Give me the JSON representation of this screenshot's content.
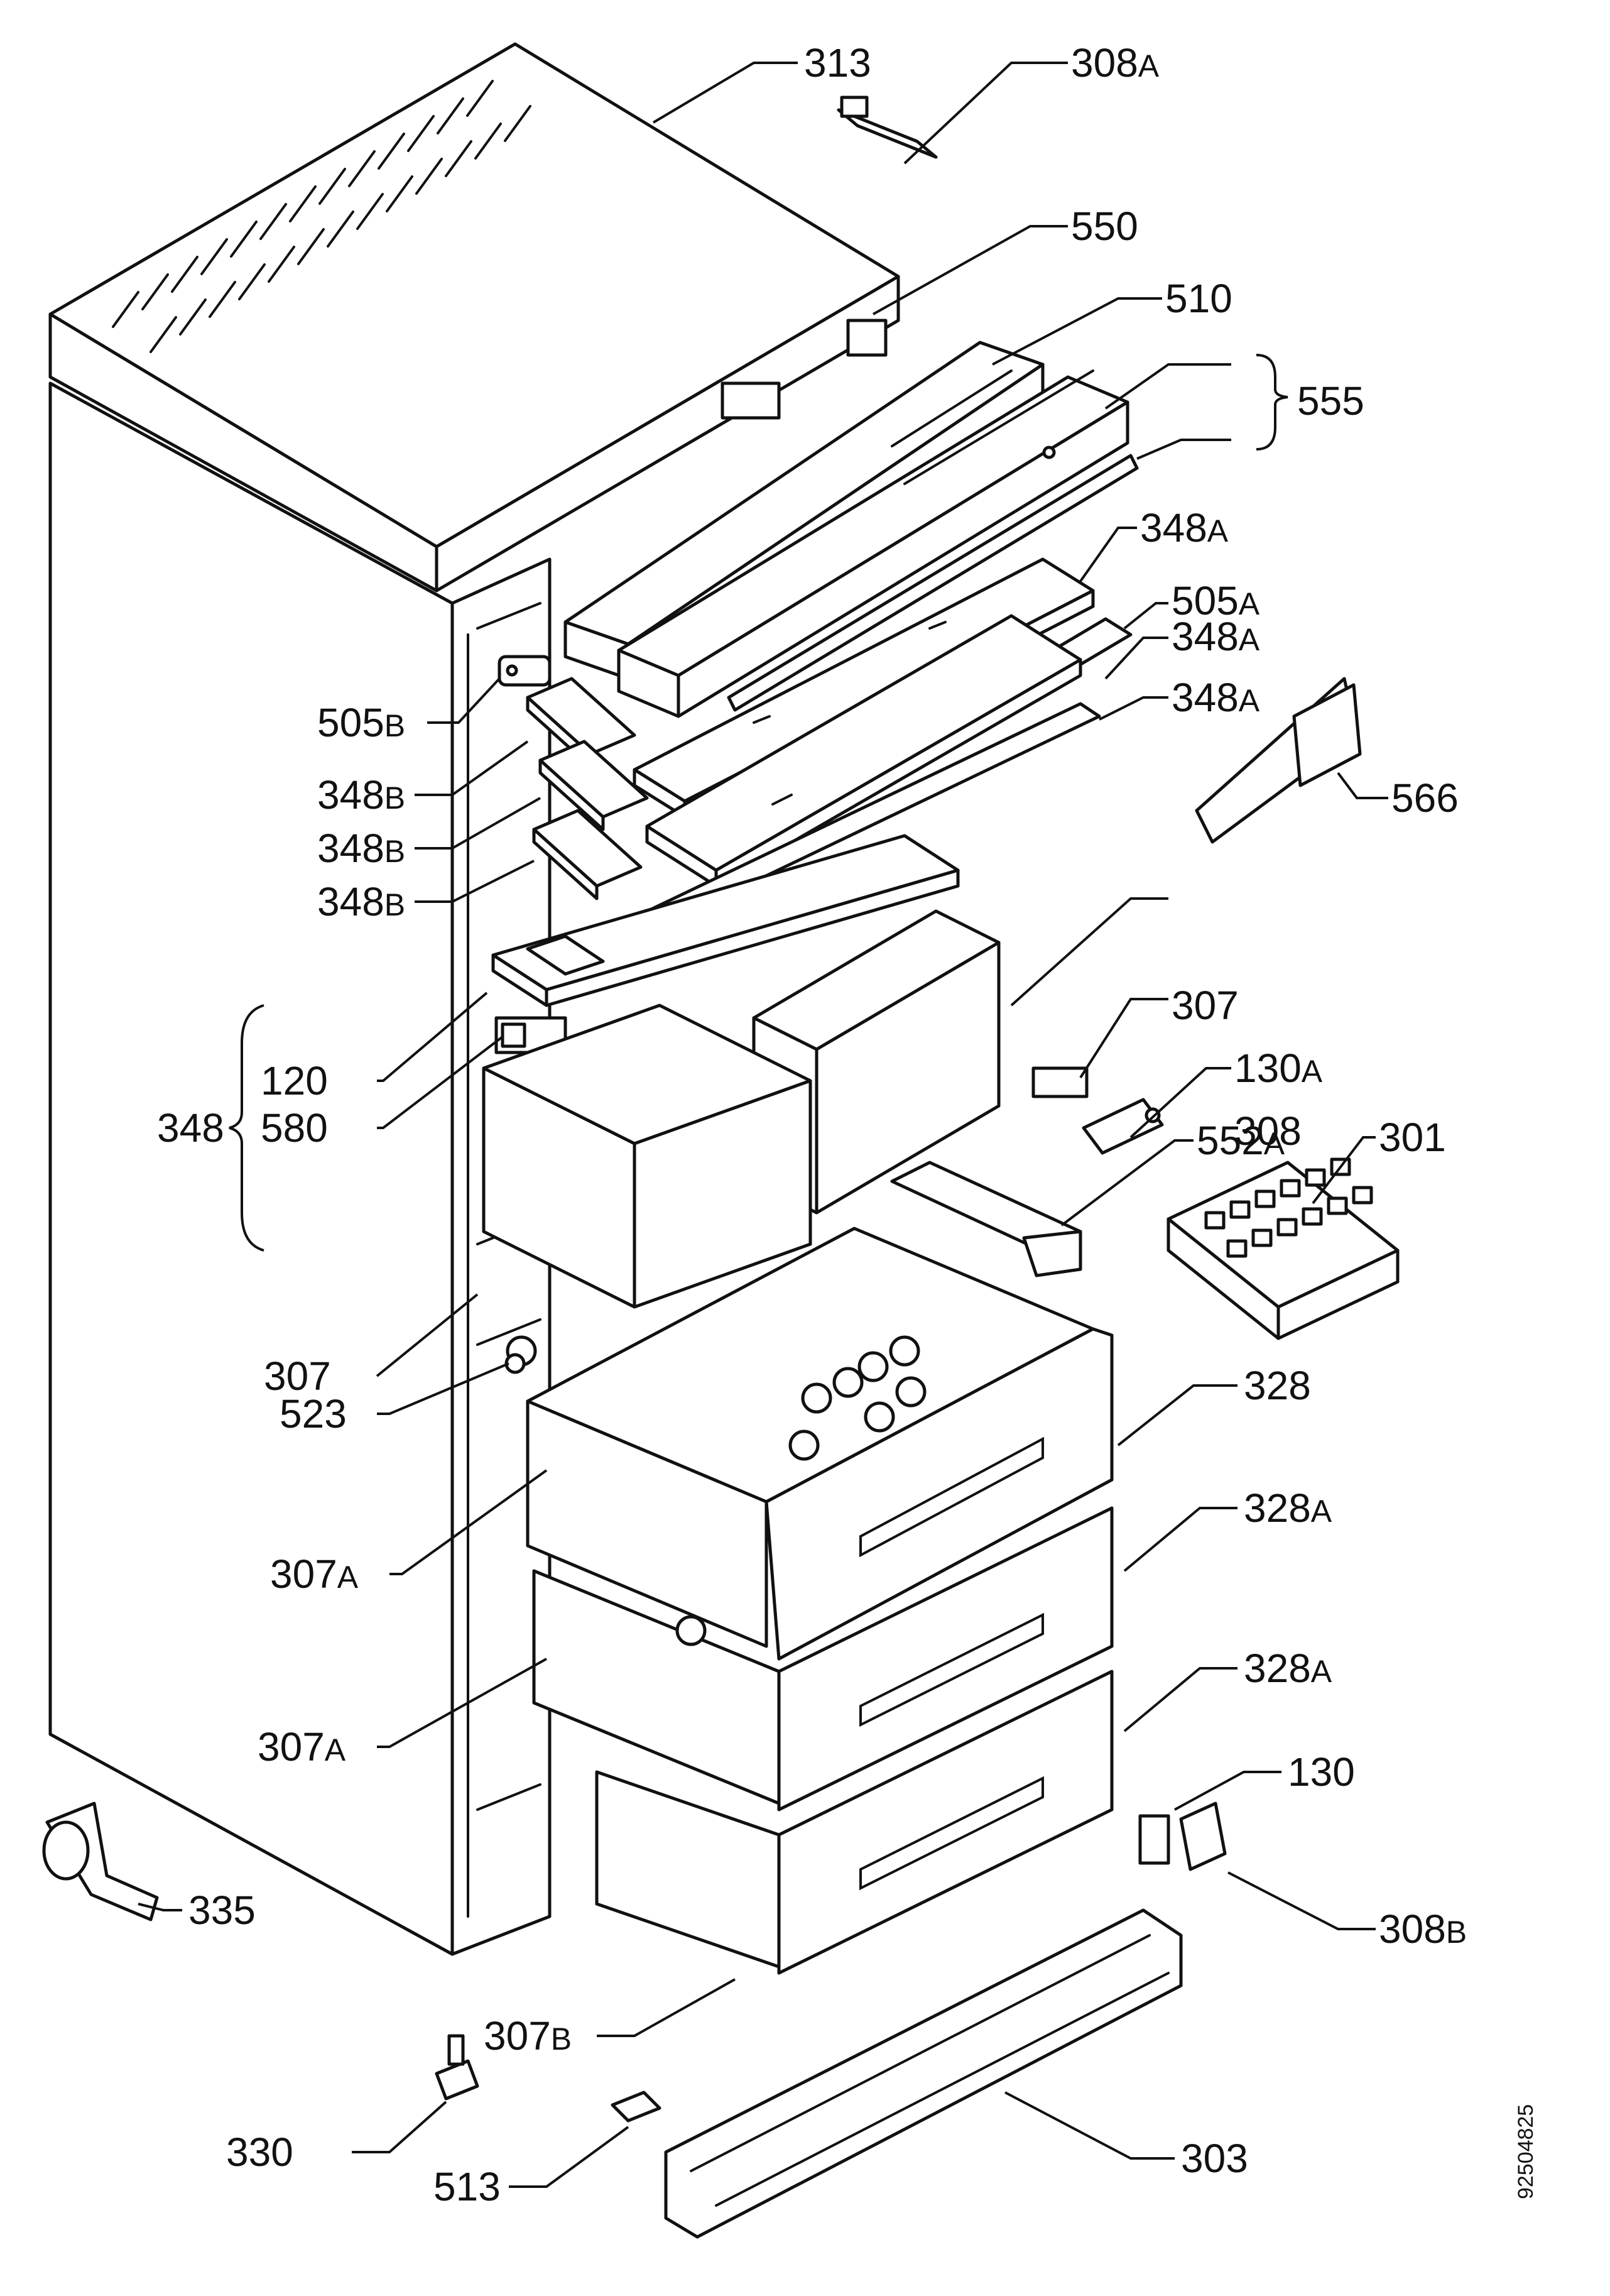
{
  "labels": {
    "l313": {
      "num": "313",
      "sfx": ""
    },
    "l308a": {
      "num": "308",
      "sfx": "A"
    },
    "l550": {
      "num": "550",
      "sfx": ""
    },
    "l510": {
      "num": "510",
      "sfx": ""
    },
    "l555": {
      "num": "555",
      "sfx": ""
    },
    "l348a_1": {
      "num": "348",
      "sfx": "A"
    },
    "l505a": {
      "num": "505",
      "sfx": "A"
    },
    "l348a_2": {
      "num": "348",
      "sfx": "A"
    },
    "l348a_3": {
      "num": "348",
      "sfx": "A"
    },
    "l566": {
      "num": "566",
      "sfx": ""
    },
    "l505b": {
      "num": "505",
      "sfx": "B"
    },
    "l348b_1": {
      "num": "348",
      "sfx": "B"
    },
    "l348b_2": {
      "num": "348",
      "sfx": "B"
    },
    "l348b_3": {
      "num": "348",
      "sfx": "B"
    },
    "l307_top": {
      "num": "307",
      "sfx": ""
    },
    "l130a": {
      "num": "130",
      "sfx": "A"
    },
    "l120": {
      "num": "120",
      "sfx": ""
    },
    "l308": {
      "num": "308",
      "sfx": ""
    },
    "l348": {
      "num": "348",
      "sfx": ""
    },
    "l580": {
      "num": "580",
      "sfx": ""
    },
    "l552a": {
      "num": "552",
      "sfx": "A"
    },
    "l301": {
      "num": "301",
      "sfx": ""
    },
    "l307_mid": {
      "num": "307",
      "sfx": ""
    },
    "l523": {
      "num": "523",
      "sfx": ""
    },
    "l328": {
      "num": "328",
      "sfx": ""
    },
    "l307a_1": {
      "num": "307",
      "sfx": "A"
    },
    "l328a_1": {
      "num": "328",
      "sfx": "A"
    },
    "l307a_2": {
      "num": "307",
      "sfx": "A"
    },
    "l328a_2": {
      "num": "328",
      "sfx": "A"
    },
    "l130": {
      "num": "130",
      "sfx": ""
    },
    "l335": {
      "num": "335",
      "sfx": ""
    },
    "l308b": {
      "num": "308",
      "sfx": "B"
    },
    "l307b": {
      "num": "307",
      "sfx": "B"
    },
    "l330": {
      "num": "330",
      "sfx": ""
    },
    "l303": {
      "num": "303",
      "sfx": ""
    },
    "l513": {
      "num": "513",
      "sfx": ""
    }
  },
  "drawing_code": "92504825"
}
